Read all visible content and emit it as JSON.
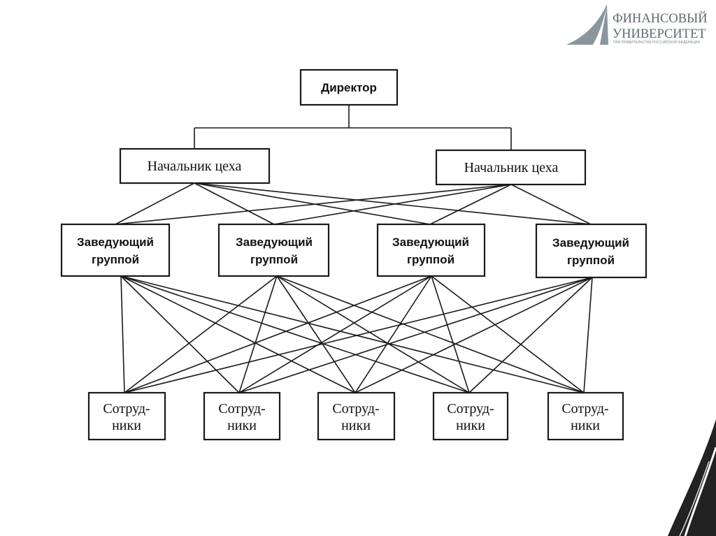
{
  "logo": {
    "line1": "ФИНАНСОВЫЙ",
    "line2": "УНИВЕРСИТЕТ",
    "line3": "ПРИ ПРАВИТЕЛЬСТВЕ РОССИЙСКОЙ ФЕДЕРАЦИИ",
    "colors": {
      "text": "#5d6a73",
      "mark": "#8a969e"
    }
  },
  "diagram": {
    "director": {
      "label": "Директор"
    },
    "heads": [
      {
        "label": "Начальник цеха"
      },
      {
        "label": "Начальник цеха"
      }
    ],
    "group_heads": [
      {
        "line1": "Заведующий",
        "line2": "группой"
      },
      {
        "line1": "Заведующий",
        "line2": "группой"
      },
      {
        "line1": "Заведующий",
        "line2": "группой"
      },
      {
        "line1": "Заведующий",
        "line2": "группой"
      }
    ],
    "staff": [
      {
        "line1": "Сотруд-",
        "line2": "ники"
      },
      {
        "line1": "Сотруд-",
        "line2": "ники"
      },
      {
        "line1": "Сотруд-",
        "line2": "ники"
      },
      {
        "line1": "Сотруд-",
        "line2": "ники"
      },
      {
        "line1": "Сотруд-",
        "line2": "ники"
      }
    ]
  }
}
